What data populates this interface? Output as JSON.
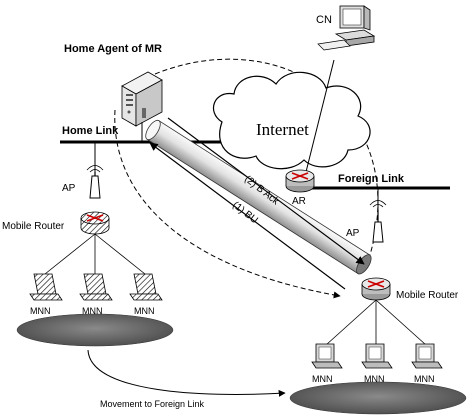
{
  "labels": {
    "cn": "CN",
    "home_agent": "Home Agent of MR",
    "home_link": "Home Link",
    "internet": "Internet",
    "foreign_link": "Foreign Link",
    "ar": "AR",
    "ap_left": "AP",
    "ap_right": "AP",
    "mobile_router_left": "Mobile Router",
    "mobile_router_right": "Mobile Router",
    "mnn": "MNN",
    "movement": "Movement to Foreign Link",
    "bu": "(1) BU",
    "back": "(2) B Ack"
  },
  "icons": {
    "cn": "computer-icon",
    "home_agent": "server-icon",
    "router": "router-icon",
    "ap": "access-point-icon",
    "mnn": "laptop-icon"
  },
  "colors": {
    "line": "#000000",
    "cloud": "#ffffff",
    "tunnel_light": "#f4f4f4",
    "tunnel_dark": "#9a9a9a",
    "network_disc": "#666666",
    "router_mark": "#cc0000"
  }
}
